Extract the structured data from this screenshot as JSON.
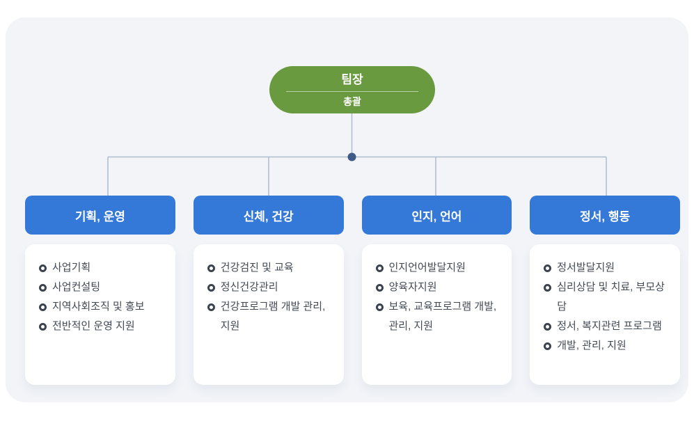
{
  "root": {
    "title": "팀장",
    "subtitle": "총괄"
  },
  "columns": [
    {
      "label": "기획, 운영",
      "items": [
        "사업기획",
        "사업컨설팅",
        "지역사회조직 및 홍보",
        "전반적인 운영 지원"
      ]
    },
    {
      "label": "신체, 건강",
      "items": [
        "건강검진 및 교육",
        "정신건강관리",
        "건강프로그램 개발 관리,\n지원"
      ]
    },
    {
      "label": "인지, 언어",
      "items": [
        "인지언어발달지원",
        "양육자지원",
        "보육, 교육프로그램 개발,\n관리, 지원"
      ]
    },
    {
      "label": "정서, 행동",
      "items": [
        "정서발달지원",
        "심리상담 및 치료, 부모상담",
        "정서, 복지관련 프로그램",
        "개발, 관리, 지원"
      ]
    }
  ],
  "colors": {
    "panel_background": "#f2f4f8",
    "root_node_green": "#699a40",
    "column_header_blue": "#3478d8",
    "connector_line": "#aebccf",
    "connector_dot": "#3d5a88",
    "item_text": "#434a54",
    "bullet": "#3d434e"
  }
}
